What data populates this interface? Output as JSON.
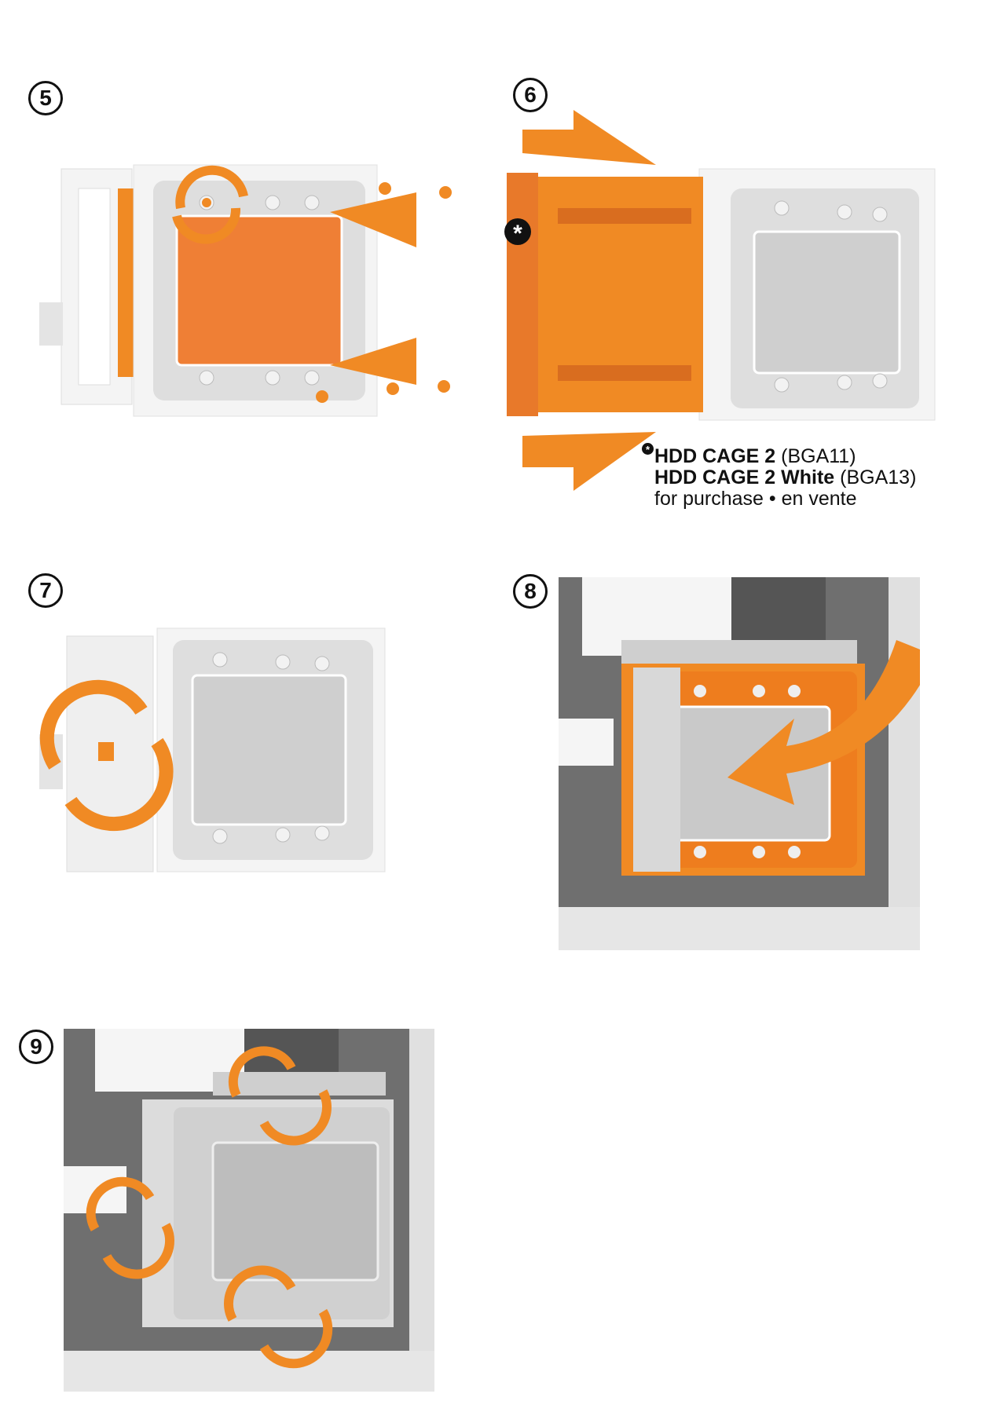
{
  "steps": [
    {
      "number": "5"
    },
    {
      "number": "6"
    },
    {
      "number": "7"
    },
    {
      "number": "8"
    },
    {
      "number": "9"
    }
  ],
  "note": {
    "marker": "*",
    "line1_bold": "HDD CAGE 2",
    "line1_code": "(BGA11)",
    "line2_bold": "HDD CAGE 2 White",
    "line2_code": "(BGA13)",
    "line3": "for purchase • en vente"
  },
  "colors": {
    "accent": "#f08a24",
    "cage": "#e9e9e9",
    "frame": "#d6d6d6",
    "case": "#7a7a7a"
  }
}
